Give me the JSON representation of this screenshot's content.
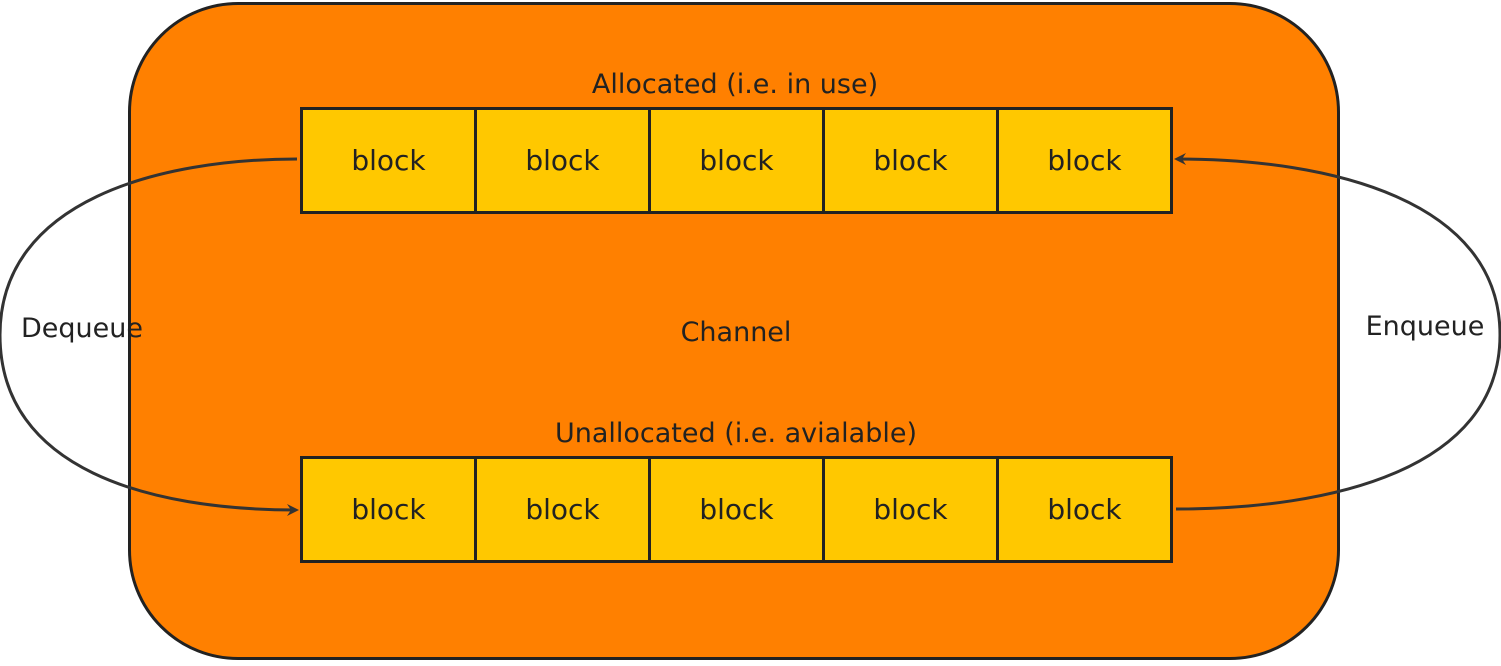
{
  "colors": {
    "channel_fill": "#ff8000",
    "block_fill": "#ffc800",
    "stroke": "#222222",
    "text": "#222222"
  },
  "channel": {
    "label": "Channel"
  },
  "allocated": {
    "label": "Allocated (i.e. in use)",
    "blocks": [
      "block",
      "block",
      "block",
      "block",
      "block"
    ]
  },
  "unallocated": {
    "label": "Unallocated (i.e. avialable)",
    "blocks": [
      "block",
      "block",
      "block",
      "block",
      "block"
    ]
  },
  "arrows": {
    "dequeue": {
      "label": "Dequeue"
    },
    "enqueue": {
      "label": "Enqueue"
    }
  }
}
